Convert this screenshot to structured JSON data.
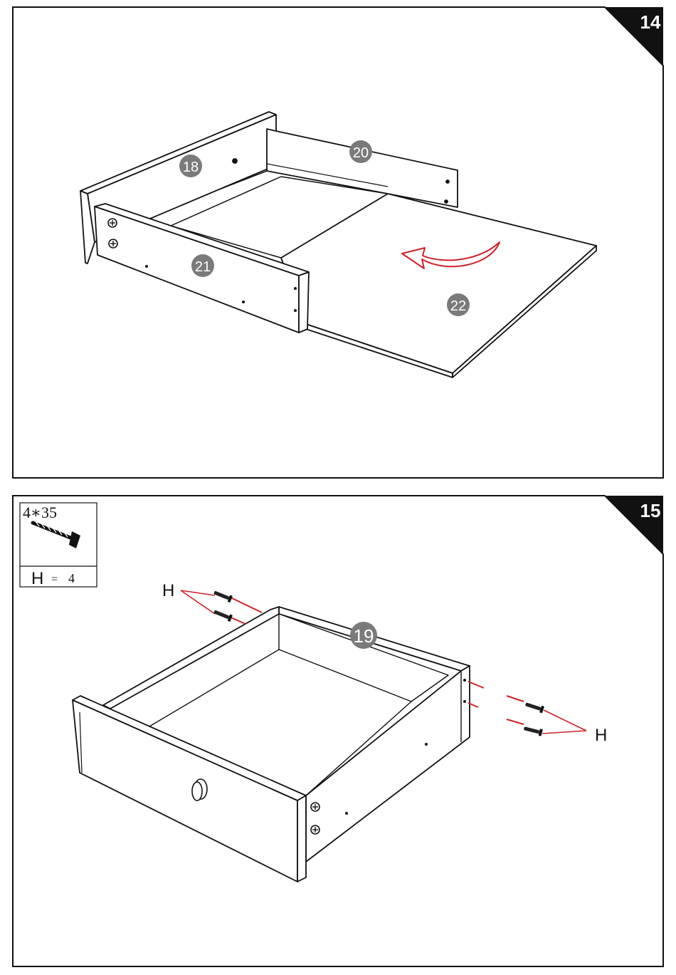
{
  "colors": {
    "line": "#111111",
    "badge_fill": "#7a7a7a",
    "badge_text": "#ffffff",
    "accent": "#d0202a",
    "corner": "#111111"
  },
  "step14": {
    "step_number": "14",
    "parts": {
      "p18": "18",
      "p20": "20",
      "p21": "21",
      "p22": "22"
    },
    "arrow_icon": "curved-slide-arrow-icon"
  },
  "step15": {
    "step_number": "15",
    "hardware": {
      "size": "4∗35",
      "letter": "H",
      "equals": "=",
      "qty": "4",
      "icon": "screw-icon"
    },
    "part19": "19",
    "label_left": "H",
    "label_right": "H"
  }
}
